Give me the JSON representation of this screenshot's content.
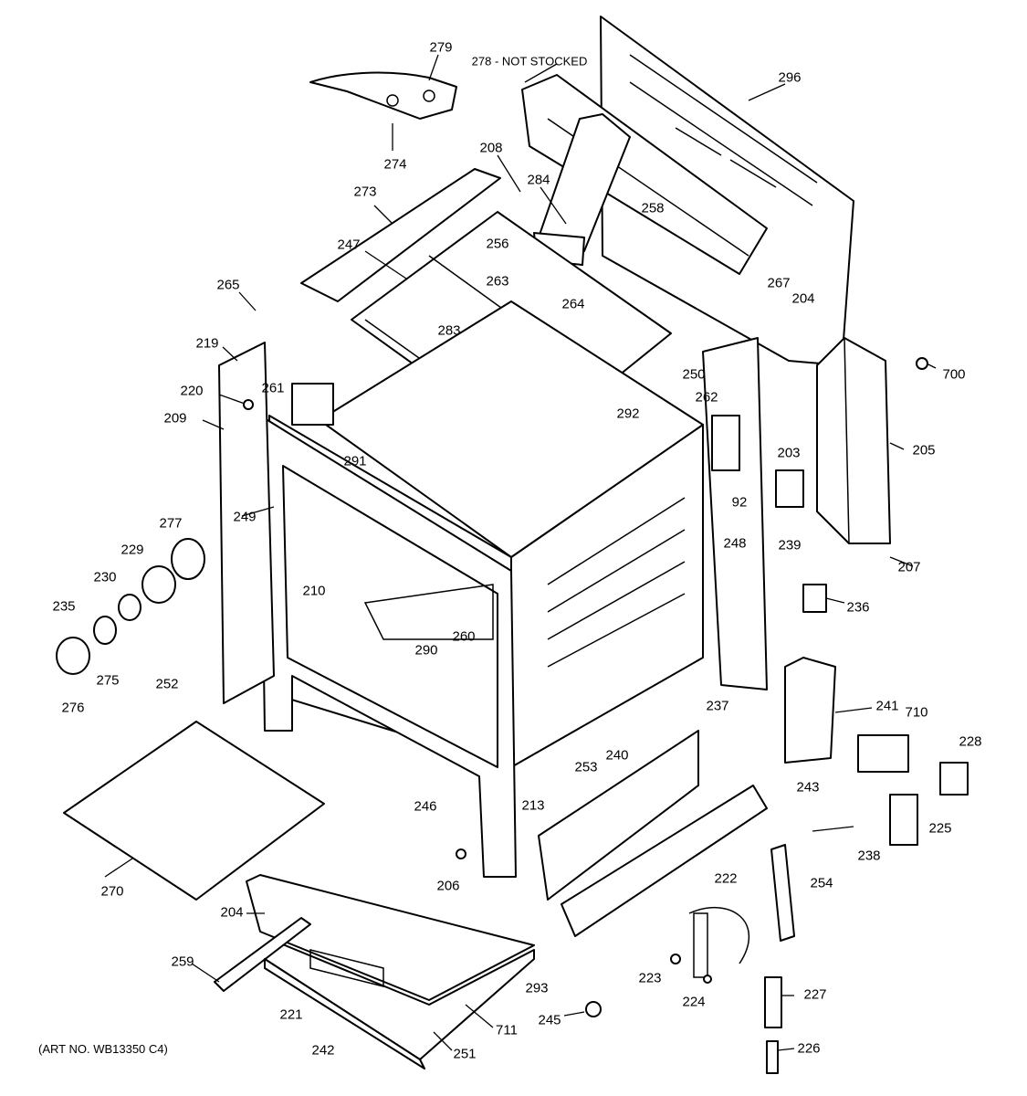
{
  "labels": [
    "279",
    "278 - NOT STOCKED",
    "296",
    "274",
    "208",
    "284",
    "258",
    "273",
    "247",
    "256",
    "263",
    "264",
    "267",
    "204",
    "265",
    "283",
    "219",
    "220",
    "261",
    "209",
    "250",
    "262",
    "700",
    "292",
    "291",
    "203",
    "205",
    "92",
    "249",
    "239",
    "248",
    "207",
    "277",
    "229",
    "230",
    "236",
    "235",
    "210",
    "290",
    "260",
    "275",
    "252",
    "276",
    "237",
    "241",
    "710",
    "228",
    "240",
    "253",
    "243",
    "246",
    "213",
    "238",
    "225",
    "270",
    "206",
    "222",
    "254",
    "204",
    "259",
    "223",
    "224",
    "227",
    "293",
    "221",
    "711",
    "245",
    "242",
    "251",
    "226"
  ],
  "art_number": "(ART NO. WB13350 C4)"
}
